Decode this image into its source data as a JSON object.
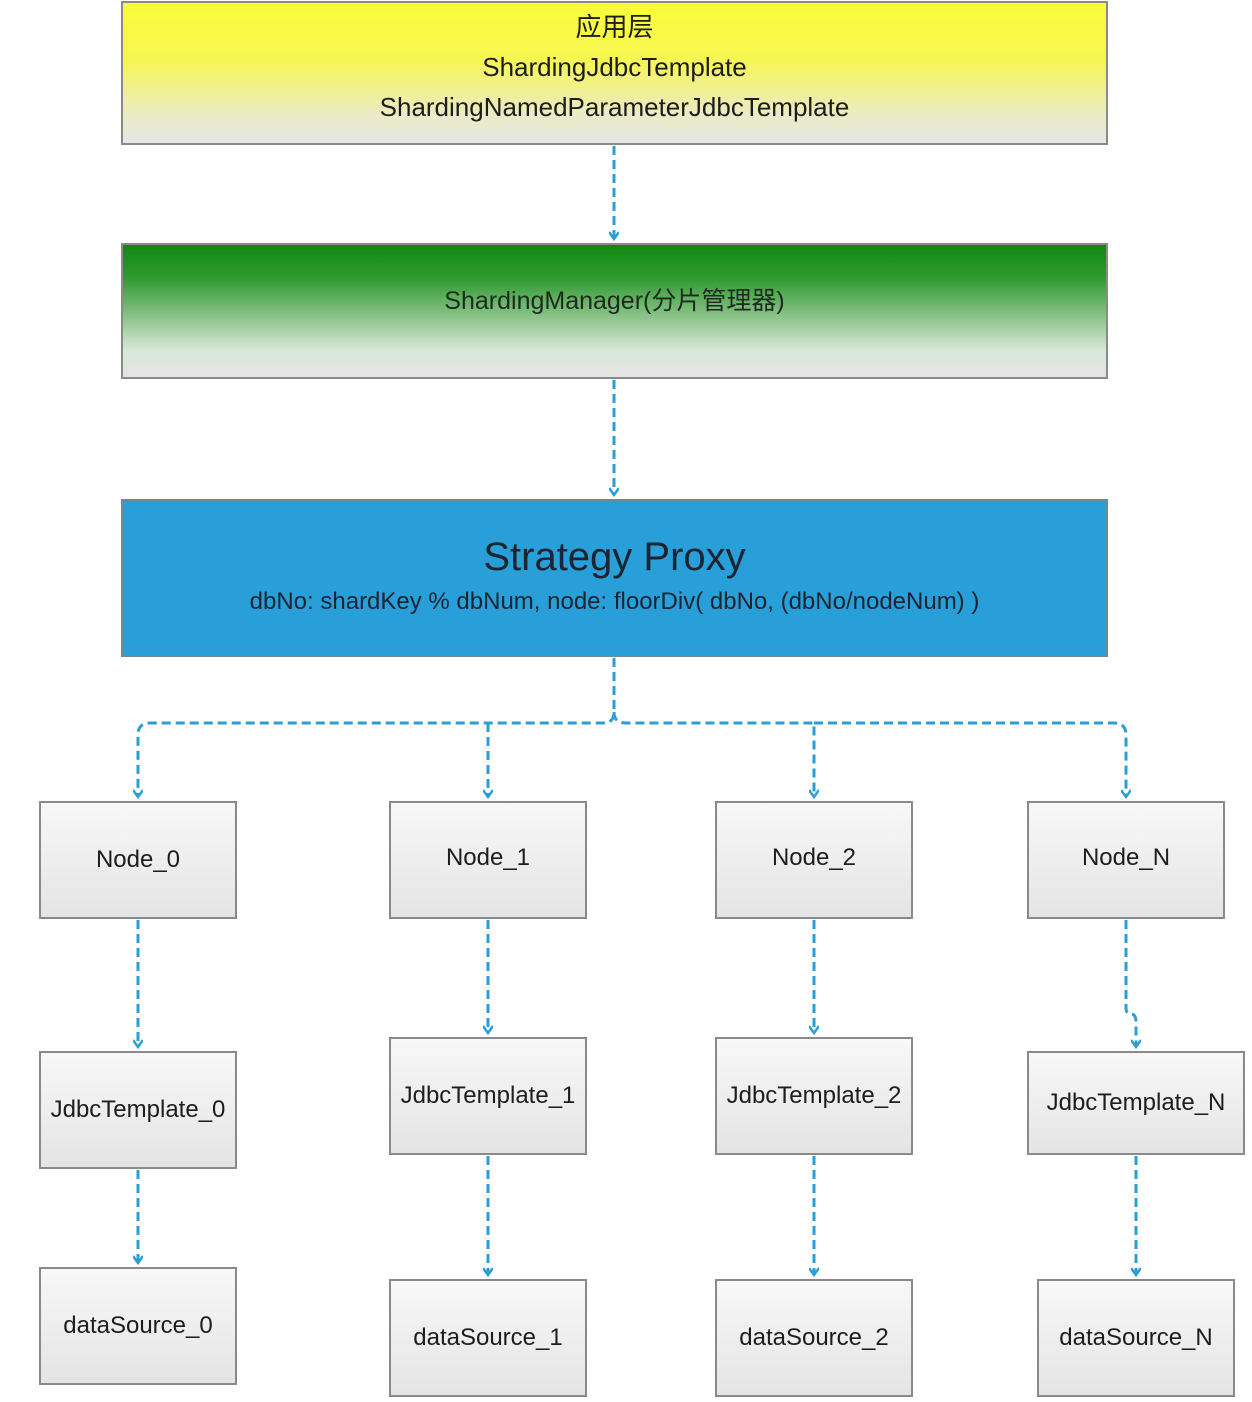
{
  "app_layer": {
    "title": "应用层",
    "lines": [
      "ShardingJdbcTemplate",
      "ShardingNamedParameterJdbcTemplate"
    ],
    "gradient_colors": [
      "#fbfb3a",
      "#e6e6e6"
    ]
  },
  "manager": {
    "label": "ShardingManager(分片管理器)",
    "gradient_colors": [
      "#118811",
      "#e4e4e4"
    ]
  },
  "proxy": {
    "title": "Strategy Proxy",
    "formula": "dbNo: shardKey % dbNum, node: floorDiv( dbNo, (dbNo/nodeNum) )",
    "color": "#289fd8"
  },
  "columns": [
    {
      "node": "Node_0",
      "template": "JdbcTemplate_0",
      "datasource": "dataSource_0"
    },
    {
      "node": "Node_1",
      "template": "JdbcTemplate_1",
      "datasource": "dataSource_1"
    },
    {
      "node": "Node_2",
      "template": "JdbcTemplate_2",
      "datasource": "dataSource_2"
    },
    {
      "node": "Node_N",
      "template": "JdbcTemplate_N",
      "datasource": "dataSource_N"
    }
  ],
  "connector": {
    "style": "dashed",
    "color": "#2a9fd6",
    "icon": "arrow-down-icon"
  }
}
